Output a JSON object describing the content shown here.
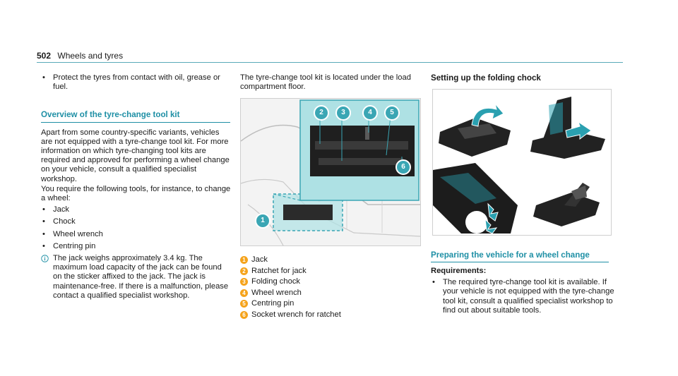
{
  "header": {
    "page_number": "502",
    "section": "Wheels and tyres"
  },
  "col1": {
    "intro_bullet": "Protect the tyres from contact with oil, grease or fuel.",
    "section_title": "Overview of the tyre-change tool kit",
    "para1": "Apart from some country-specific variants, vehi­cles are not equipped with a tyre-change tool kit. For more information on which tyre-changing tool kits are required and approved for perform­ing a wheel change on your vehicle, consult a qualified specialist workshop.",
    "para2": "You require the following tools, for instance, to change a wheel:",
    "tools": [
      "Jack",
      "Chock",
      "Wheel wrench",
      "Centring pin"
    ],
    "note": "The jack weighs approximately 3.4 kg. The maximum load capacity of the jack can be found on the sticker affixed to the jack. The jack is maintenance-free. If there is a malfunction, please contact a qualified spe­cialist workshop.",
    "note_icon": "info-icon"
  },
  "col2": {
    "intro": "The tyre-change tool kit is located under the load compartment floor.",
    "figure_callouts": [
      "1",
      "2",
      "3",
      "4",
      "5",
      "6"
    ],
    "legend": [
      {
        "n": "1",
        "label": "Jack"
      },
      {
        "n": "2",
        "label": "Ratchet for jack"
      },
      {
        "n": "3",
        "label": "Folding chock"
      },
      {
        "n": "4",
        "label": "Wheel wrench"
      },
      {
        "n": "5",
        "label": "Centring pin"
      },
      {
        "n": "6",
        "label": "Socket wrench for ratchet"
      }
    ]
  },
  "col3": {
    "heading": "Setting up the folding chock",
    "section_title": "Preparing the vehicle for a wheel change",
    "req_heading": "Requirements:",
    "req_bullet": "The required tyre-change tool kit is available. If your vehicle is not equipped with the tyre-change tool kit, consult a qualified specialist workshop to find out about suitable tools."
  },
  "colors": {
    "accent": "#1e8fa5",
    "callout": "#f5a31b",
    "highlight": "#aee1e4",
    "highlight_border": "#3aa6b4"
  }
}
